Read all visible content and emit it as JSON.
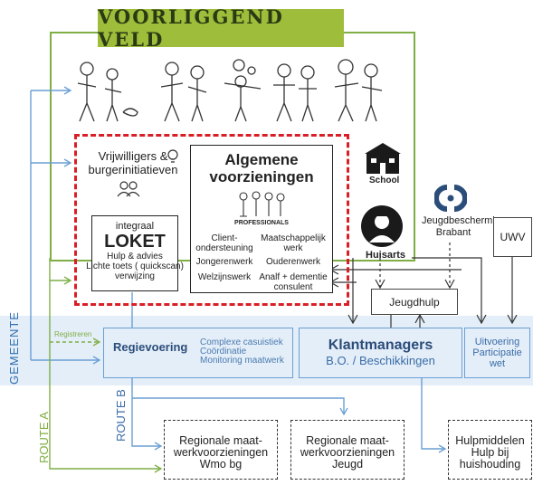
{
  "banner": {
    "title": "VOORLIGGEND VELD"
  },
  "vrijwilligers": {
    "line1": "Vrijwilligers &",
    "line2": "burgerinitiatieven"
  },
  "algemene": {
    "title_line1": "Algemene",
    "title_line2": "voorzieningen",
    "professionals": "PROFESSIONALS",
    "items_left": [
      "Client-",
      "ondersteuning",
      "Jongerenwerk",
      "Welzijnswerk"
    ],
    "items_right": [
      "Maatschappelijk",
      "werk",
      "Ouderenwerk",
      "Analf + dementie",
      "consulent"
    ]
  },
  "loket": {
    "line1": "integraal",
    "title": "LOKET",
    "line2": "Hulp & advies",
    "line3": "Lichte toets ( quickscan)",
    "line4": "verwijzing"
  },
  "school": {
    "label": "School"
  },
  "huisarts": {
    "label": "Huisarts"
  },
  "jeugdbescherming": {
    "line1": "Jeugdbescherming",
    "line2": "Brabant"
  },
  "uwv": {
    "label": "UWV"
  },
  "jeugdhulp": {
    "label": "Jeugdhulp"
  },
  "gemeente": {
    "label": "GEMEENTE"
  },
  "registreren": {
    "label": "Registreren"
  },
  "regievoering": {
    "title": "Regievoering",
    "line1": "Complexe casuistiek",
    "line2": "Coördinatie",
    "line3": "Monitoring maatwerk"
  },
  "klantmanagers": {
    "title": "Klantmanagers",
    "subtitle": "B.O. / Beschikkingen"
  },
  "uitvoering": {
    "line1": "Uitvoering",
    "line2": "Participatie",
    "line3": "wet"
  },
  "route_a": {
    "label": "ROUTE A"
  },
  "route_b": {
    "label": "ROUTE B"
  },
  "regionale_wmo": {
    "line1": "Regionale maat-",
    "line2": "werkvoorzieningen",
    "line3": "Wmo bg"
  },
  "regionale_jeugd": {
    "line1": "Regionale maat-",
    "line2": "werkvoorzieningen",
    "line3": "Jeugd"
  },
  "hulpmiddelen": {
    "line1": "Hulpmiddelen",
    "line2": "Hulp bij",
    "line3": "huishouding"
  },
  "colors": {
    "green": "#7fae45",
    "blue": "#6a9fd4",
    "red": "#d91f26",
    "navy": "#2b4d7a"
  }
}
